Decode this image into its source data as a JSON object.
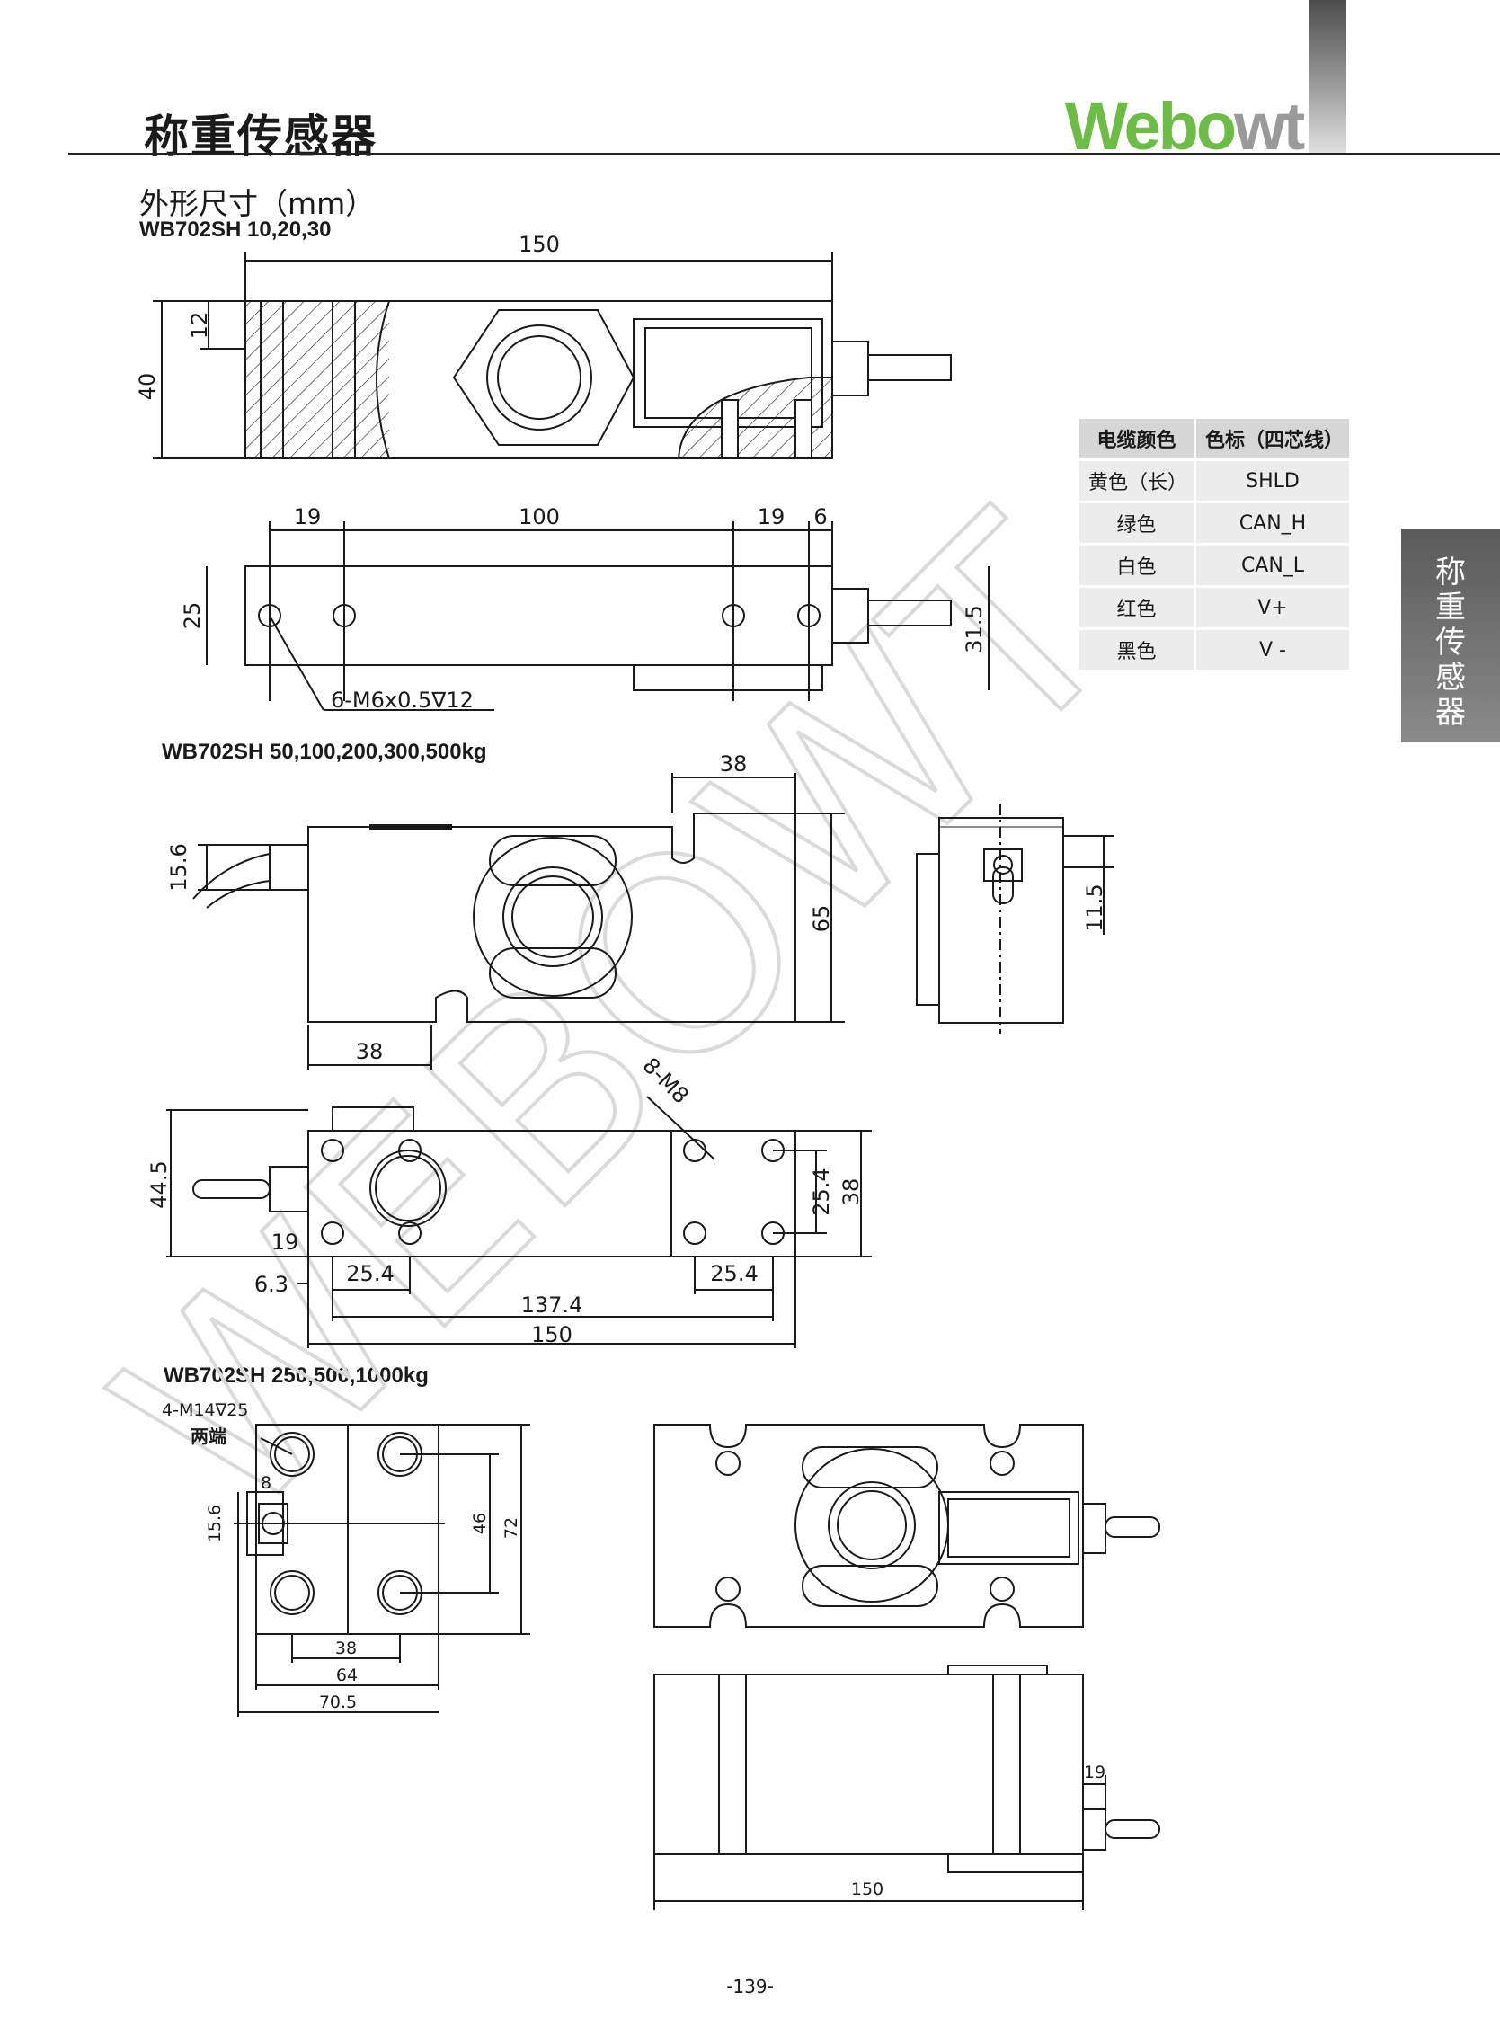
{
  "header": {
    "title": "称重传感器",
    "logo_green": "Webo",
    "logo_gray": "wt",
    "side_tab": [
      "称",
      "重",
      "传",
      "感",
      "器"
    ]
  },
  "section_title": "外形尺寸（mm）",
  "models": {
    "m1": "WB702SH 10,20,30",
    "m2": "WB702SH 50,100,200,300,500kg",
    "m3": "WB702SH 250,500,1000kg"
  },
  "cable_table": {
    "headers": [
      "电缆颜色",
      "色标（四芯线）"
    ],
    "rows": [
      {
        "color": "黄色（长）",
        "signal": "SHLD"
      },
      {
        "color": "绿色",
        "signal": "CAN_H"
      },
      {
        "color": "白色",
        "signal": "CAN_L"
      },
      {
        "color": "红色",
        "signal": "V+"
      },
      {
        "color": "黑色",
        "signal": "V -"
      }
    ]
  },
  "dims": {
    "d1_top_length": "150",
    "d1_top_12": "12",
    "d1_top_40": "40",
    "d1_side_19a": "19",
    "d1_side_100": "100",
    "d1_side_19b": "19",
    "d1_side_6": "6",
    "d1_side_25": "25",
    "d1_side_315": "31.5",
    "d1_side_thread": "6-M6x0.5∇12",
    "d2_38_top": "38",
    "d2_156": "15.6",
    "d2_65": "65",
    "d2_38_bottom": "38",
    "d2_115": "11.5",
    "d2_thread": "8-M8",
    "d2_445": "44.5",
    "d2_254_v": "25.4",
    "d2_38_v": "38",
    "d2_19": "19",
    "d2_254_l": "25.4",
    "d2_254_r": "25.4",
    "d2_63": "6.3",
    "d2_1374": "137.4",
    "d2_150": "150",
    "d3_thread": "4-M14∇25",
    "d3_both_ends": "两端",
    "d3_8": "8",
    "d3_156": "15.6",
    "d3_46": "46",
    "d3_72": "72",
    "d3_38": "38",
    "d3_64": "64",
    "d3_705": "70.5",
    "d3_19": "19",
    "d3_150": "150"
  },
  "watermark": "WEBOWT",
  "page_number": "-139-"
}
